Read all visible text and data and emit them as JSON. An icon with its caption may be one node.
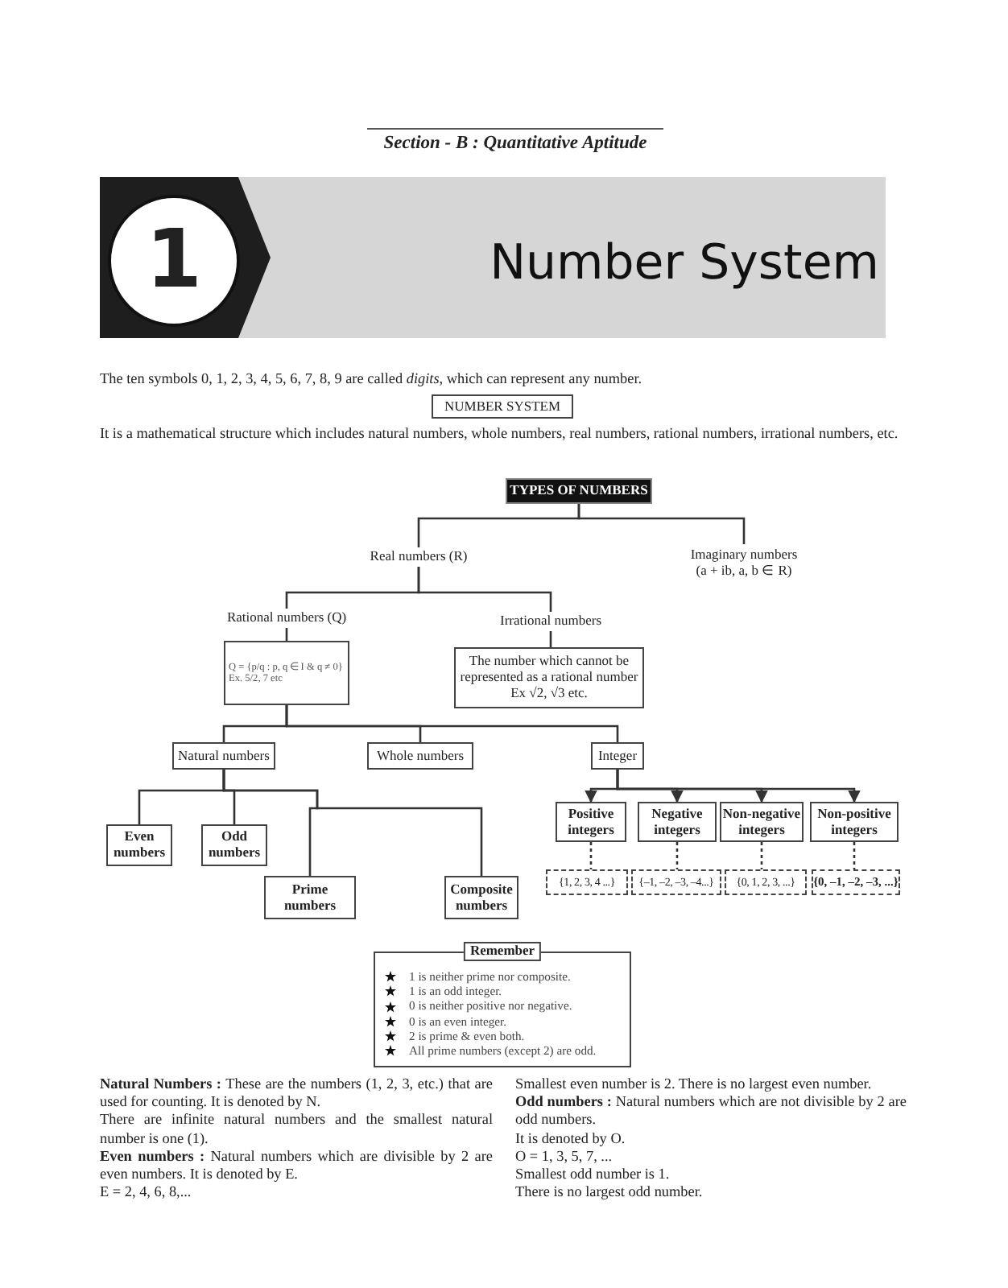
{
  "diagram": {
    "title": "Number System",
    "nodes": [
      {
        "text": [
          "1"
        ]
      },
      {
        "text": [
          "NUMBER SYSTEM"
        ]
      },
      {
        "text": [
          "TYPES OF NUMBERS"
        ]
      },
      {
        "text": [
          "Real numbers (R)"
        ]
      },
      {
        "text": [
          "Imaginary numbers",
          "(a + ib, a, b ∈ R)"
        ]
      },
      {
        "text": [
          "Rational numbers (Q)"
        ]
      },
      {
        "text": [
          "Q = {p/q : p, q ∈ I & q ≠ 0}",
          "Ex. 5/2, 7 etc"
        ]
      },
      {
        "text": [
          "Irrational numbers"
        ]
      },
      {
        "text": [
          "The number which cannot be represented as a rational number Ex √2, √3 etc."
        ]
      },
      {
        "text": [
          "Natural numbers"
        ]
      },
      {
        "text": [
          "Whole numbers"
        ]
      },
      {
        "text": [
          "Integer"
        ]
      },
      {
        "text": [
          "Even numbers"
        ]
      },
      {
        "text": [
          "Odd numbers"
        ]
      },
      {
        "text": [
          "Prime numbers"
        ]
      },
      {
        "text": [
          "Composite numbers"
        ]
      },
      {
        "text": [
          "Positive integers"
        ]
      },
      {
        "text": [
          "Negative integers"
        ]
      },
      {
        "text": [
          "Non-negative integers"
        ]
      },
      {
        "text": [
          "Non-positive integers"
        ]
      },
      {
        "text": [
          "{1, 2, 3, 4 ...}"
        ]
      },
      {
        "text": [
          "{–1, –2, –3, –4...}"
        ]
      },
      {
        "text": [
          "{0, 1, 2, 3, ...}"
        ]
      },
      {
        "text": [
          "{0, –1, –2, –3, ...}"
        ]
      },
      {
        "text": [
          "Remember",
          "1 is neither prime nor composite.",
          "1 is an odd integer.",
          "0 is neither positive nor negative.",
          "0 is an even integer.",
          "2 is prime & even both.",
          "All prime numbers (except 2) are odd."
        ]
      }
    ],
    "edges": [
      {
        "from": 2,
        "to": 3,
        "arrow": "none"
      },
      {
        "from": 2,
        "to": 4,
        "arrow": "none"
      },
      {
        "from": 3,
        "to": 5,
        "arrow": "none"
      },
      {
        "from": 3,
        "to": 7,
        "arrow": "none"
      },
      {
        "from": 5,
        "to": 6,
        "arrow": "none"
      },
      {
        "from": 7,
        "to": 8,
        "arrow": "none"
      },
      {
        "from": 6,
        "to": 9,
        "arrow": "none"
      },
      {
        "from": 6,
        "to": 10,
        "arrow": "none"
      },
      {
        "from": 6,
        "to": 11,
        "arrow": "none"
      },
      {
        "from": 9,
        "to": 12,
        "arrow": "none"
      },
      {
        "from": 9,
        "to": 13,
        "arrow": "none"
      },
      {
        "from": 9,
        "to": 14,
        "arrow": "none"
      },
      {
        "from": 9,
        "to": 15,
        "arrow": "none"
      },
      {
        "from": 11,
        "to": 16,
        "arrow": "to"
      },
      {
        "from": 11,
        "to": 17,
        "arrow": "to"
      },
      {
        "from": 11,
        "to": 18,
        "arrow": "to"
      },
      {
        "from": 11,
        "to": 19,
        "arrow": "to"
      },
      {
        "from": 16,
        "to": 20,
        "arrow": "none",
        "style": "dashed"
      },
      {
        "from": 17,
        "to": 21,
        "arrow": "none",
        "style": "dashed"
      },
      {
        "from": 18,
        "to": 22,
        "arrow": "none",
        "style": "dashed"
      },
      {
        "from": 19,
        "to": 23,
        "arrow": "none",
        "style": "dashed"
      }
    ],
    "labels": [
      "Section - B : Quantitative Aptitude",
      "The ten symbols 0, 1, 2, 3, 4, 5, 6, 7, 8, 9 are called *digits*, which can represent any number.",
      "It is a mathematical structure which includes natural numbers, whole numbers, real numbers, rational numbers, irrational numbers, etc.",
      "**Natural Numbers :** These are the numbers (1, 2, 3, etc.) that are used for counting. It is denoted by N.",
      "There are infinite natural numbers and the smallest natural number is one (1).",
      "**Even numbers :** Natural numbers which are divisible by 2 are even numbers. It is denoted by E.",
      "E = 2, 4, 6, 8,...",
      "Smallest even number is 2. There is no largest even number.",
      "**Odd numbers :** Natural numbers which are not divisible by 2 are odd numbers.",
      "It is denoted by O.",
      "O = 1, 3, 5, 7, ...",
      "Smallest odd number is 1.",
      "There is no largest odd number."
    ]
  }
}
